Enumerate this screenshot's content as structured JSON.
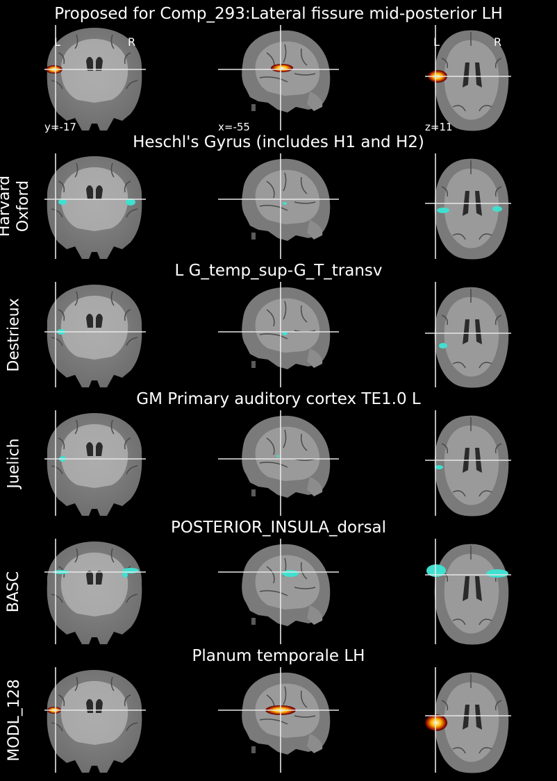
{
  "figure": {
    "title": "Proposed for Comp_293:Lateral fissure mid-posterior LH",
    "orientation_labels": {
      "left": "L",
      "right": "R"
    },
    "coordinates": {
      "coronal": "y=-17",
      "sagittal": "x=-55",
      "axial": "z=11"
    },
    "rows": [
      {
        "atlas": "",
        "region": "Proposed for Comp_293:Lateral fissure mid-posterior LH",
        "overlay": "heat"
      },
      {
        "atlas": "Harvard\nOxford",
        "region": "Heschl's Gyrus (includes H1 and H2)",
        "overlay": "cyan"
      },
      {
        "atlas": "Destrieux",
        "region": "L G_temp_sup-G_T_transv",
        "overlay": "cyan"
      },
      {
        "atlas": "Juelich",
        "region": "GM Primary auditory cortex TE1.0 L",
        "overlay": "cyan"
      },
      {
        "atlas": "BASC",
        "region": "POSTERIOR_INSULA_dorsal",
        "overlay": "cyan"
      },
      {
        "atlas": "MODL_128",
        "region": "Planum temporale LH",
        "overlay": "heat"
      }
    ]
  },
  "colors": {
    "background": "#000000",
    "overlay_cyan": "#40e0d0",
    "overlay_heat_core": "#ffffe0",
    "overlay_heat_mid": "#ffb400",
    "overlay_heat_edge": "#a01000",
    "crosshair": "#e8e8e8"
  }
}
